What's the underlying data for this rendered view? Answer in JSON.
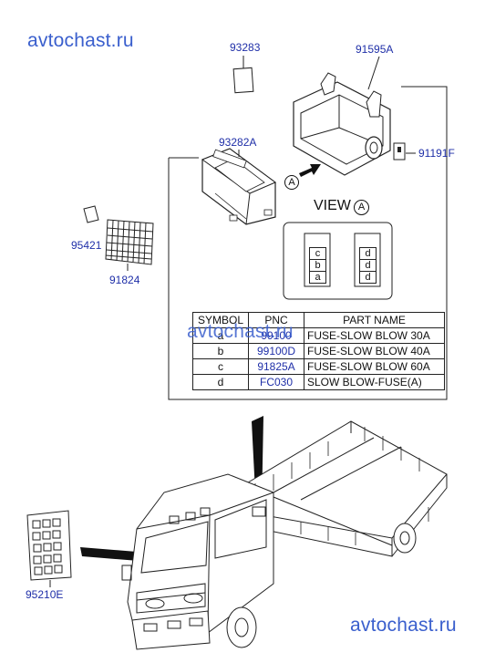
{
  "watermark": {
    "top": "avtochast.ru",
    "middle": "avtochast.ru",
    "bottom": "avtochast.ru"
  },
  "part_numbers": {
    "p93283": "93283",
    "p91595A": "91595A",
    "p93282A": "93282A",
    "p91191F": "91191F",
    "p95421": "95421",
    "p91824": "91824",
    "p95210E": "95210E"
  },
  "view": {
    "title": "VIEW",
    "marker": "A",
    "left_column": [
      "c",
      "b",
      "a"
    ],
    "right_column": [
      "d",
      "d",
      "d"
    ]
  },
  "arrow_marker": "A",
  "parts_table": {
    "headers": [
      "SYMBOL",
      "PNC",
      "PART NAME"
    ],
    "rows": [
      {
        "symbol": "a",
        "pnc": "99100",
        "name": "FUSE-SLOW BLOW 30A"
      },
      {
        "symbol": "b",
        "pnc": "99100D",
        "name": "FUSE-SLOW BLOW 40A"
      },
      {
        "symbol": "c",
        "pnc": "91825A",
        "name": "FUSE-SLOW BLOW 60A"
      },
      {
        "symbol": "d",
        "pnc": "FC030",
        "name": "SLOW BLOW-FUSE(A)"
      }
    ]
  }
}
